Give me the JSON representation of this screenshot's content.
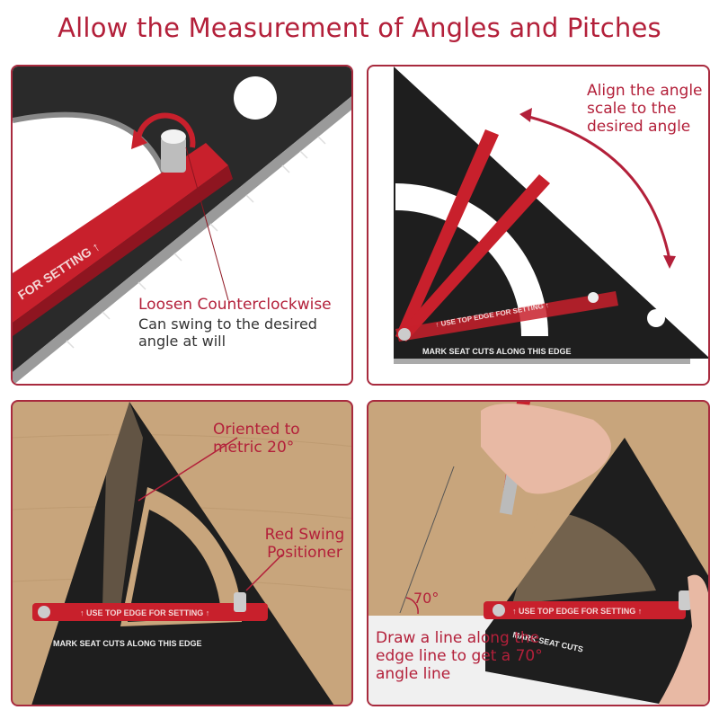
{
  "title": "Allow the Measurement of Angles and Pitches",
  "panels": [
    {
      "heading": "Loosen Counterclockwise",
      "body": "Can swing to the desired angle at will",
      "tool_text": "FOR SETTING ↑"
    },
    {
      "heading": "Align the angle scale to the desired angle",
      "tool_text": "↑ USE TOP EDGE FOR SETTING ↑",
      "edge_text": "MARK SEAT CUTS ALONG THIS EDGE"
    },
    {
      "heading_1": "Oriented to metric 20°",
      "heading_2": "Red Swing Positioner",
      "tool_text": "↑ USE TOP EDGE FOR SETTING ↑",
      "edge_text": "MARK SEAT CUTS ALONG THIS EDGE"
    },
    {
      "angle_label": "70°",
      "heading": "Draw a line along the edge line to get a 70° angle line",
      "tool_text": "↑ USE TOP EDGE FOR SETTING ↑",
      "edge_text": "MARK SEAT CUTS"
    }
  ],
  "colors": {
    "accent": "#b3203a",
    "border": "#a82a3e",
    "tool_black": "#1e1e1e",
    "swing_red": "#c8202c",
    "wood": "#c8a57c"
  }
}
